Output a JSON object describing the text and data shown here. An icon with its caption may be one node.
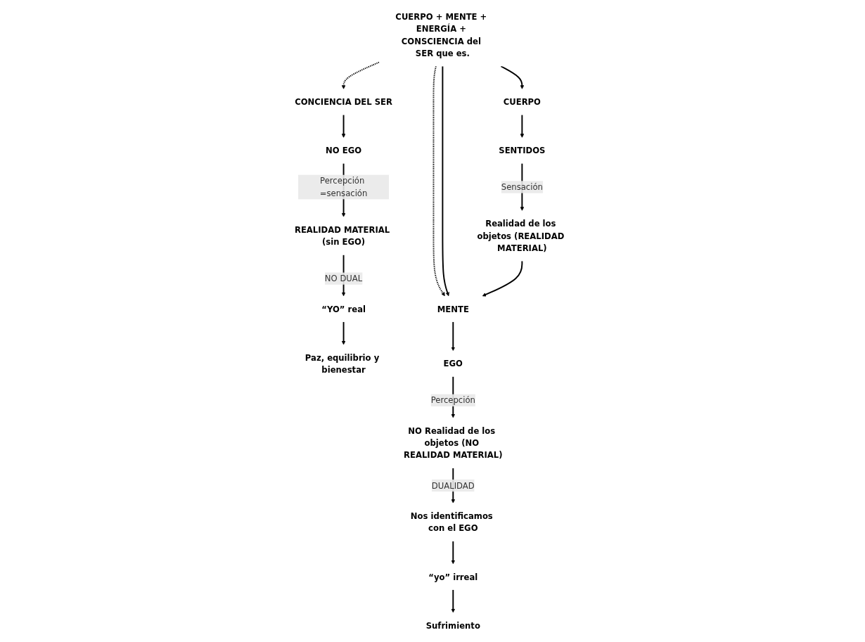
{
  "diagram": {
    "nodes": [
      {
        "text": [
          "CUERPO + MENTE + ENERGÍA + CONSCIENCIA del SER que es."
        ]
      },
      {
        "text": [
          "CONCIENCIA DEL SER"
        ]
      },
      {
        "text": [
          "MENTE"
        ]
      },
      {
        "text": [
          "CUERPO"
        ]
      },
      {
        "text": [
          "NO EGO"
        ]
      },
      {
        "text": [
          "REALIDAD MATERIAL (sin EGO)"
        ]
      },
      {
        "text": [
          "“YO” real"
        ]
      },
      {
        "text": [
          "Paz, equilibrio y bienestar"
        ]
      },
      {
        "text": [
          "EGO"
        ]
      },
      {
        "text": [
          "NO Realidad de los objetos (NO REALIDAD MATERIAL)"
        ]
      },
      {
        "text": [
          "Nos identificamos con el EGO"
        ]
      },
      {
        "text": [
          "“yo” irreal"
        ]
      },
      {
        "text": [
          "Sufrimiento"
        ]
      },
      {
        "text": [
          "SENTIDOS"
        ]
      },
      {
        "text": [
          "Realidad de los objetos (REALIDAD MATERIAL)"
        ]
      }
    ],
    "edges": [
      {
        "from": 0,
        "to": 1,
        "arrow": "to",
        "style": "dashed"
      },
      {
        "from": 0,
        "to": 2,
        "arrow": "to",
        "style": "dashed"
      },
      {
        "from": 0,
        "to": 2,
        "arrow": "to"
      },
      {
        "from": 0,
        "to": 3,
        "arrow": "to"
      },
      {
        "from": 1,
        "to": 4,
        "arrow": "to"
      },
      {
        "from": 4,
        "to": 5,
        "label": "Percepción =sensación",
        "arrow": "to"
      },
      {
        "from": 5,
        "to": 6,
        "label": "NO DUAL",
        "arrow": "to"
      },
      {
        "from": 6,
        "to": 7,
        "arrow": "to"
      },
      {
        "from": 2,
        "to": 8,
        "arrow": "to"
      },
      {
        "from": 8,
        "to": 9,
        "label": "Percepción",
        "arrow": "to"
      },
      {
        "from": 9,
        "to": 10,
        "label": "DUALIDAD",
        "arrow": "to"
      },
      {
        "from": 10,
        "to": 11,
        "arrow": "to"
      },
      {
        "from": 11,
        "to": 12,
        "arrow": "to"
      },
      {
        "from": 3,
        "to": 13,
        "arrow": "to"
      },
      {
        "from": 13,
        "to": 14,
        "label": "Sensación",
        "arrow": "to"
      },
      {
        "from": 14,
        "to": 2,
        "arrow": "to"
      }
    ]
  }
}
